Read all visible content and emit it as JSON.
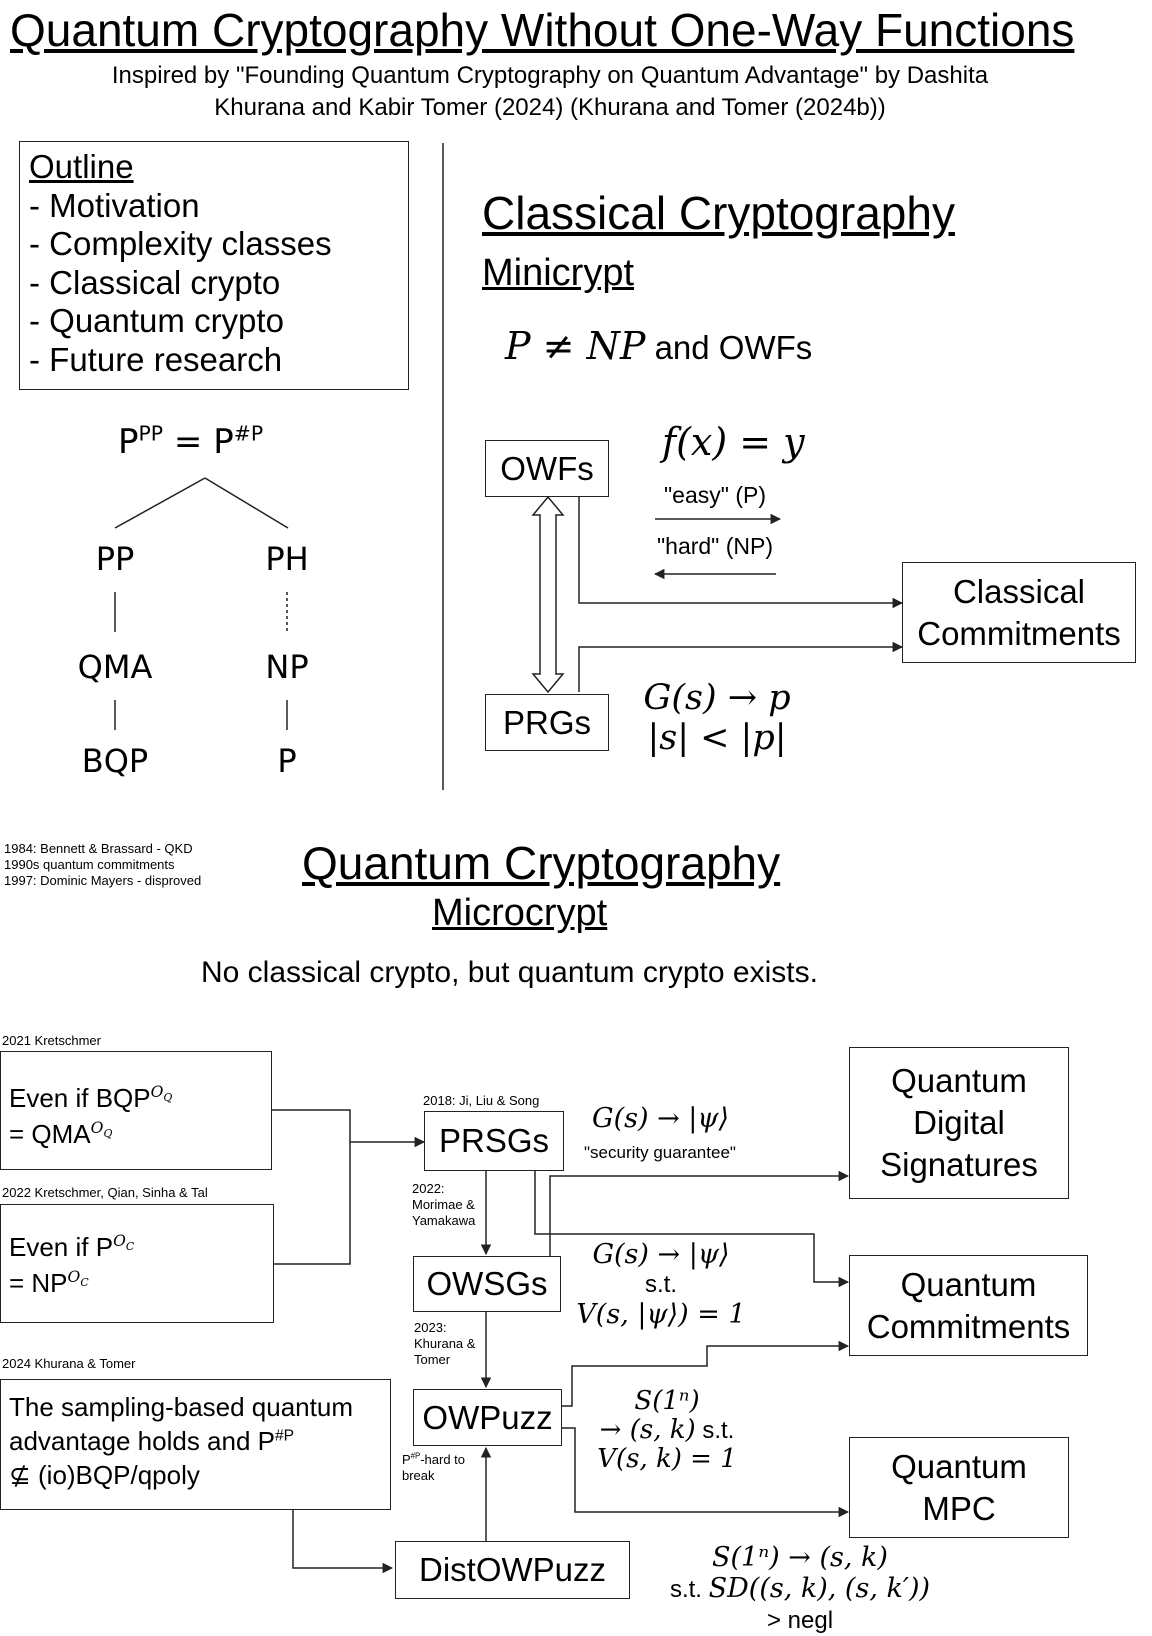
{
  "header": {
    "title": "Quantum Cryptography Without One-Way Functions",
    "subtitle_line1": "Inspired by \"Founding Quantum Cryptography on Quantum Advantage\" by Dashita",
    "subtitle_line2": "Khurana and Kabir Tomer (2024) (Khurana and Tomer (2024b))"
  },
  "outline": {
    "heading": "Outline",
    "items": [
      "- Motivation",
      "- Complexity classes",
      "- Classical crypto",
      "- Quantum crypto",
      "- Future research"
    ]
  },
  "complexity_tree": {
    "top_base_left": "P",
    "top_sup_left": "PP",
    "top_equals": "=",
    "top_base_right": "P",
    "top_sup_right": "#P",
    "pp": "PP",
    "ph": "PH",
    "qma": "QMA",
    "np": "NP",
    "bqp": "BQP",
    "p": "P"
  },
  "classical": {
    "title": "Classical Cryptography",
    "subtitle": "Minicrypt",
    "condition_math": "P ≠ NP",
    "condition_text": "and OWFs",
    "owfs": "OWFs",
    "prgs": "PRGs",
    "owf_formula": "f(x) = y",
    "easy_label": "\"easy\" (P)",
    "hard_label": "\"hard\" (NP)",
    "commitments_line1": "Classical",
    "commitments_line2": "Commitments",
    "prg_formula_line1": "G(s) → p",
    "prg_formula_line2": "|s| < |p|"
  },
  "history_notes": [
    "1984: Bennett & Brassard - QKD",
    "1990s quantum commitments",
    "1997: Dominic Mayers - disproved"
  ],
  "quantum": {
    "title": "Quantum Cryptography",
    "subtitle": "Microcrypt",
    "tagline": "No classical crypto, but quantum crypto exists.",
    "cite_2021": "2021 Kretschmer",
    "oracle_q_line1": "Even if BQP",
    "oracle_q_sup": "O",
    "oracle_q_sub": "Q",
    "oracle_q_line2": "= QMA",
    "cite_2022": "2022 Kretschmer, Qian, Sinha & Tal",
    "oracle_c_line1": "Even if P",
    "oracle_c_sup": "O",
    "oracle_c_sub": "C",
    "oracle_c_line2": "= NP",
    "cite_2024": "2024 Khurana & Tomer",
    "advantage_line1": "The sampling-based quantum",
    "advantage_line2": "advantage holds and P",
    "advantage_sup": "#P",
    "advantage_line3": "⊈ (io)BQP/qpoly",
    "prsgs_cite": "2018: Ji, Liu & Song",
    "prsgs": "PRSGs",
    "prsg_formula": "G(s) → |ψ⟩",
    "prsg_note": "\"security guarantee\"",
    "owsgs_cite": [
      "2022:",
      "Morimae &",
      "Yamakawa"
    ],
    "owsgs": "OWSGs",
    "owsg_formula_line1": "G(s) → |ψ⟩",
    "owsg_formula_line2": "s.t.",
    "owsg_formula_line3": "V(s, |ψ⟩) = 1",
    "owpuzz_cite": [
      "2023:",
      "Khurana &",
      "Tomer"
    ],
    "owpuzz": "OWPuzz",
    "owpuzz_formula_line1": "S(1ⁿ)",
    "owpuzz_formula_line2": "→ (s, k)",
    "owpuzz_formula_st": "s.t.",
    "owpuzz_formula_line3": "V(s, k) = 1",
    "hard_note_p": "P",
    "hard_note_sup": "#P",
    "hard_note_rest": "-hard to",
    "hard_note_line2": "break",
    "distowpuzz": "DistOWPuzz",
    "dist_formula_line1": "S(1ⁿ) → (s, k)",
    "dist_formula_line2_prefix": "s.t.",
    "dist_formula_line2": "SD((s, k), (s, k′))",
    "dist_formula_line3": "> negl",
    "digital_signatures": [
      "Quantum",
      "Digital",
      "Signatures"
    ],
    "commitments": [
      "Quantum",
      "Commitments"
    ],
    "mpc": [
      "Quantum",
      "MPC"
    ]
  }
}
